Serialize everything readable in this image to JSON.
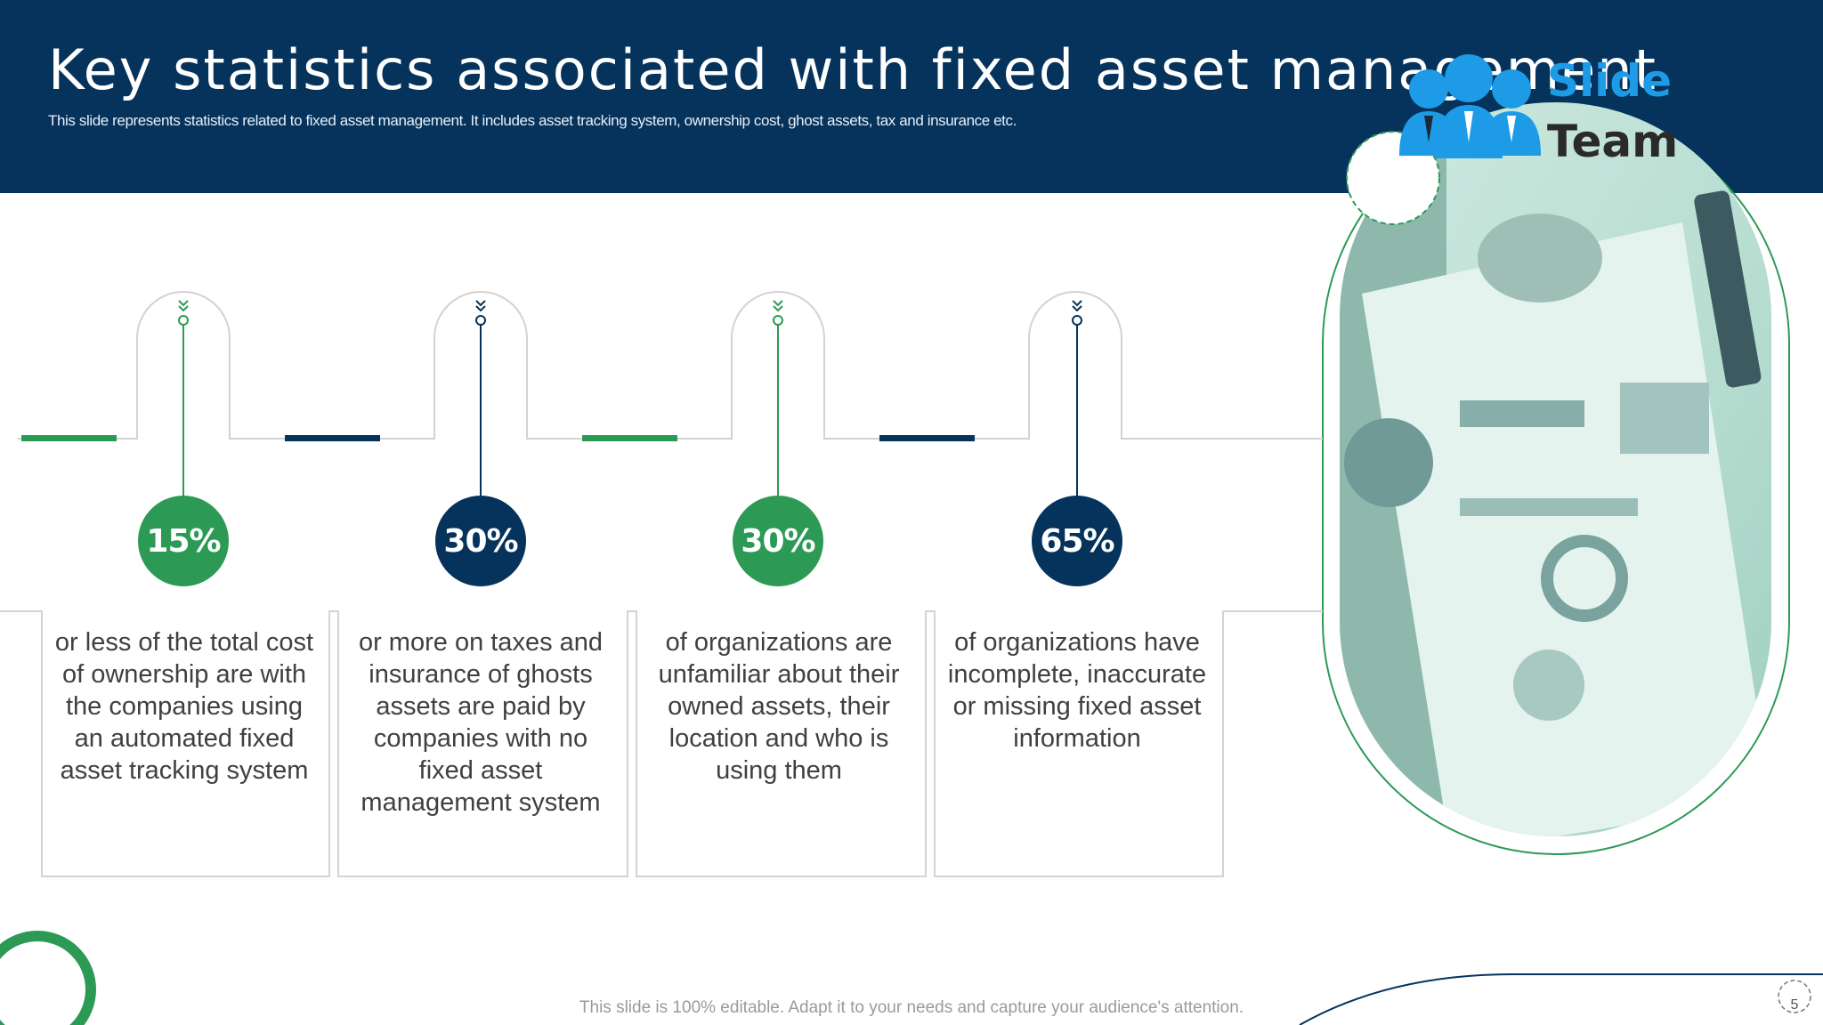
{
  "header": {
    "title": "Key statistics associated with fixed asset management",
    "subtitle": "This slide represents statistics related to fixed asset management. It includes asset tracking system, ownership cost, ghost assets, tax and insurance etc."
  },
  "logo": {
    "word1": "Slide",
    "word2": "Team"
  },
  "stats": [
    {
      "value": "15%",
      "text": "or less of the total cost of ownership are with the companies using an automated fixed asset tracking system",
      "color": "#2c9a55"
    },
    {
      "value": "30%",
      "text": "or more on taxes and insurance of ghosts assets are paid by companies with no fixed asset management system",
      "color": "#05335c"
    },
    {
      "value": "30%",
      "text": "of organizations are unfamiliar about their owned assets, their location and who is using them",
      "color": "#2c9a55"
    },
    {
      "value": "65%",
      "text": "of organizations have incomplete, inaccurate or missing fixed asset information",
      "color": "#05335c"
    }
  ],
  "footer": {
    "note": "This slide is 100% editable. Adapt it to your needs and capture your audience's attention."
  },
  "page_number": "5"
}
